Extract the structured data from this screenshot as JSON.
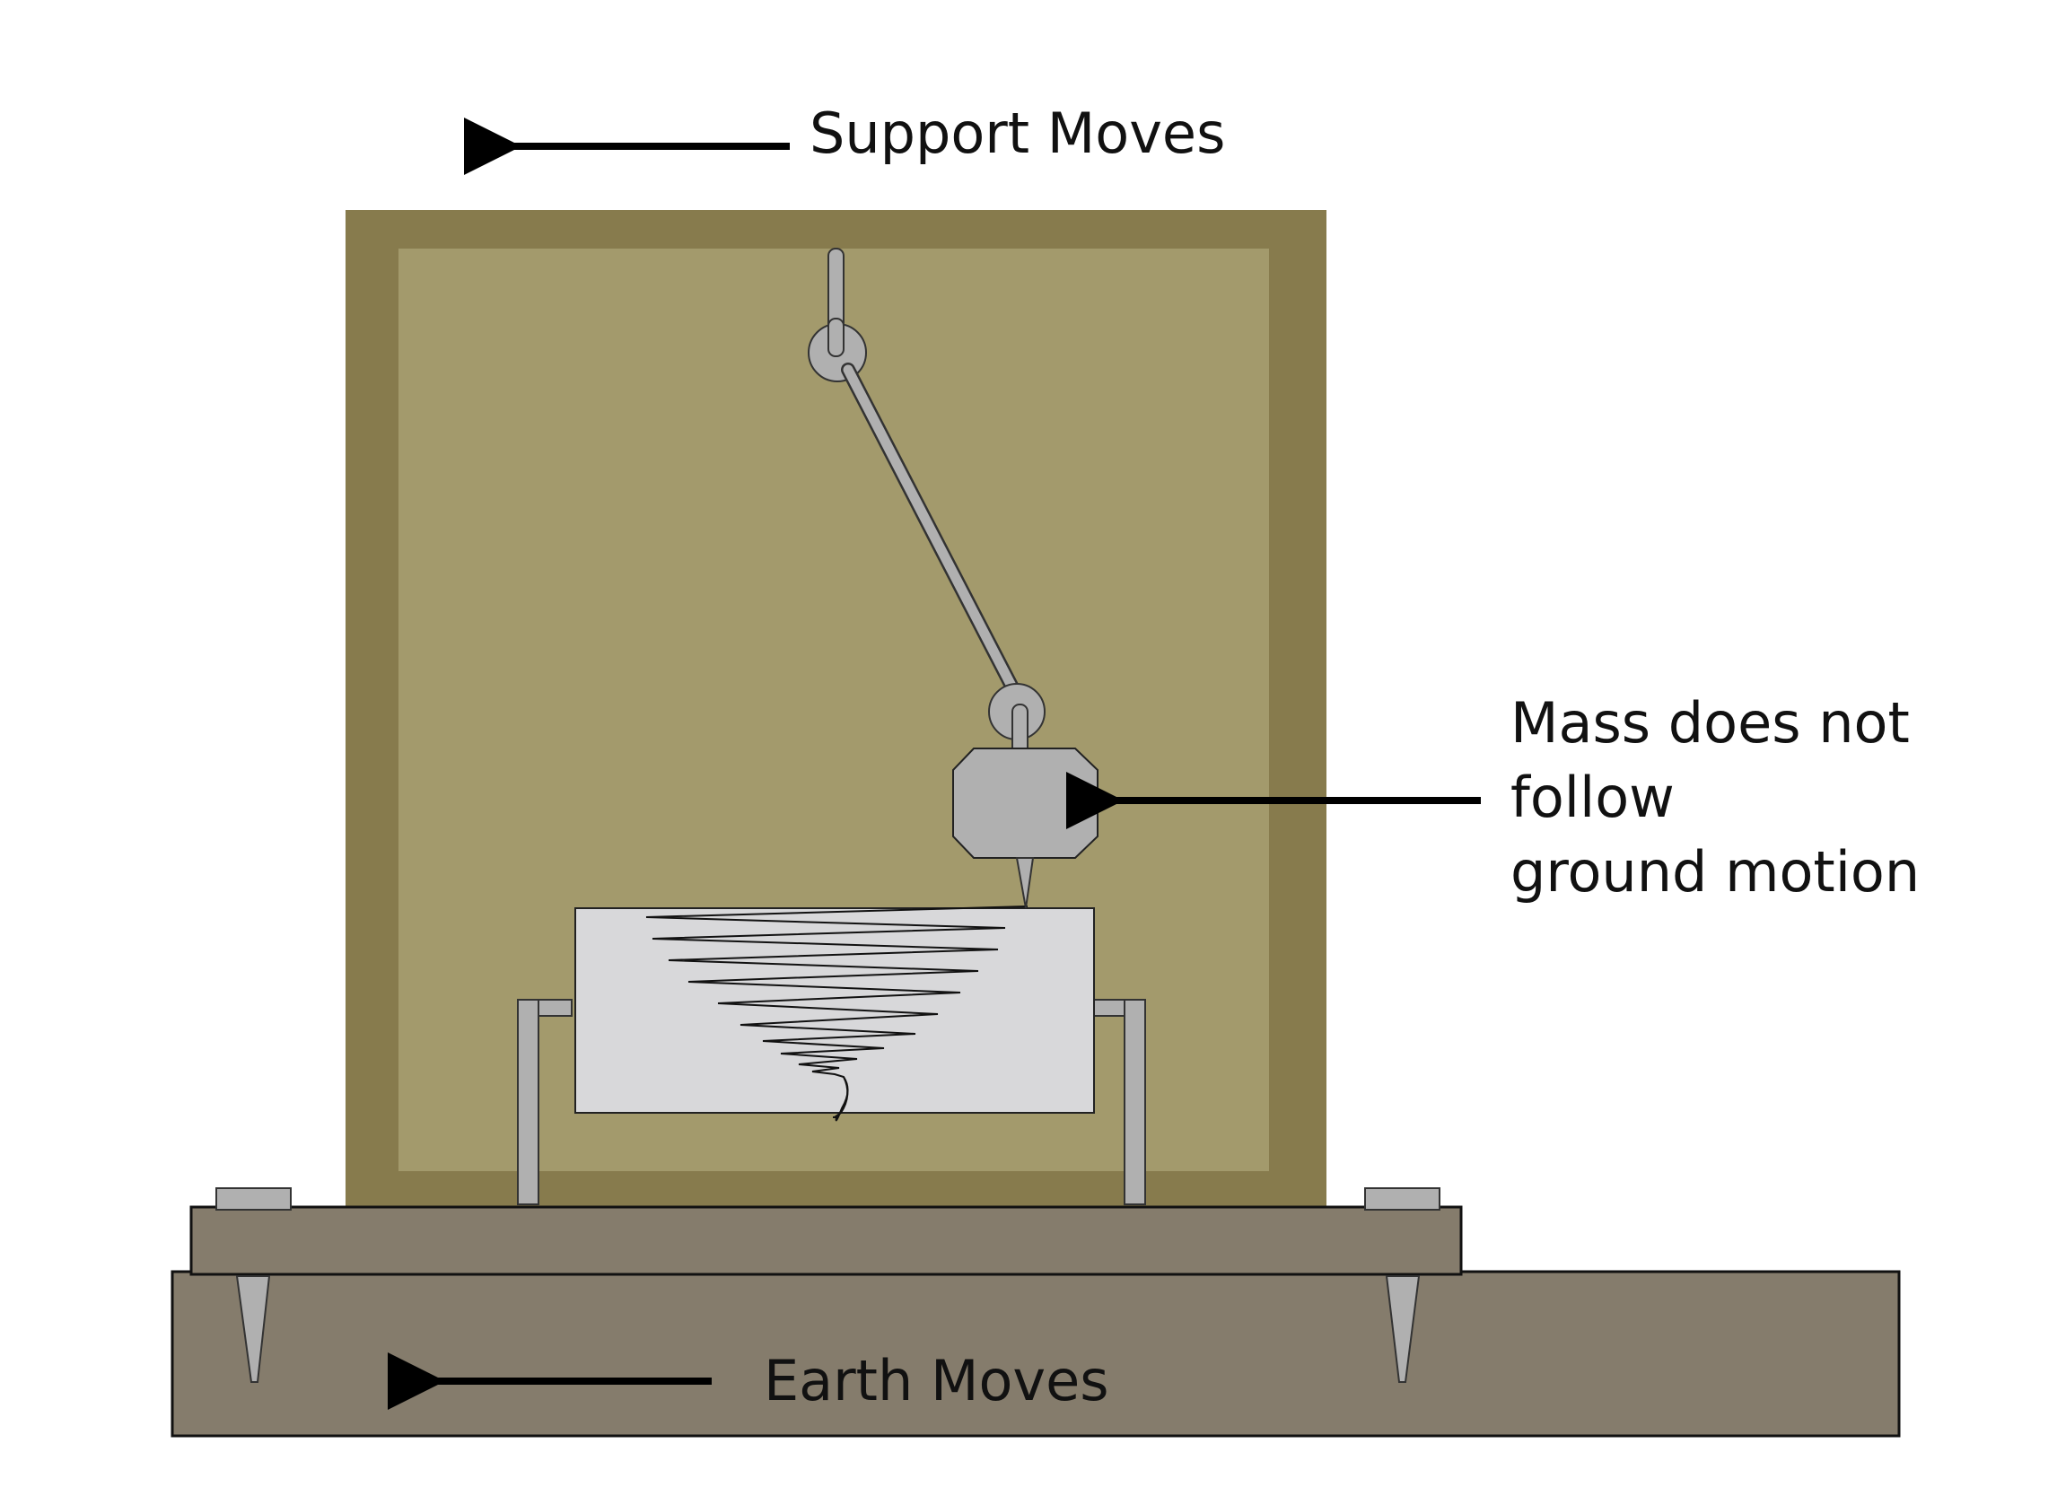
{
  "labels": {
    "support_moves": "Support Moves",
    "mass_line1": "Mass does not",
    "mass_line2": "follow",
    "mass_line3": "ground motion",
    "earth_moves": "Earth Moves"
  },
  "colors": {
    "frame_outer": "#877b4d",
    "frame_inner": "#a39a6c",
    "earth": "#857c6c",
    "metal": "#b0b0b0",
    "paper": "#d8d8da",
    "arrow": "#000000"
  },
  "icons": {
    "support_arrow": "arrow-left-icon",
    "mass_arrow": "arrow-left-icon",
    "earth_arrow": "arrow-left-icon"
  }
}
